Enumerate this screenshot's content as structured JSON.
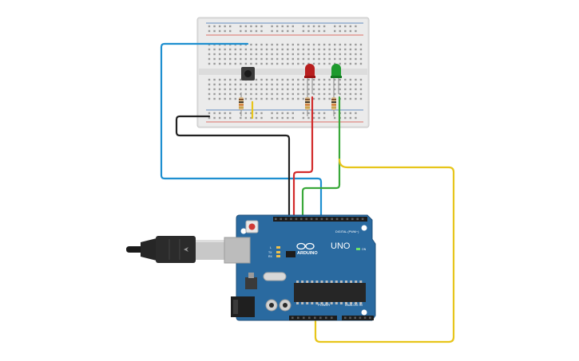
{
  "arduino": {
    "brand": "ARDUINO",
    "model": "UNO",
    "digital_label": "DIGITAL (PWM~)",
    "power_label": "POWER",
    "analog_label": "ANALOG IN",
    "led_label_on": "ON",
    "led_label_tx": "TX",
    "led_label_rx": "RX",
    "led_label_l": "L",
    "aref_label": "AREF",
    "gnd_label": "GND"
  },
  "colors": {
    "board": "#2a6aa0",
    "board_edge": "#1e4f7a",
    "breadboard": "#e4e4e4",
    "rail_red": "#d9473f",
    "rail_blue": "#3a6fb5",
    "wire_blue": "#1e8fd0",
    "wire_black": "#222222",
    "wire_red": "#d22b2b",
    "wire_green": "#3aa83a",
    "wire_yellow": "#e7c51a",
    "led_red": "#b81e1e",
    "led_green": "#1e9a2e"
  },
  "icons": {
    "button": "pushbutton-icon",
    "usb": "usb-plug-icon"
  }
}
